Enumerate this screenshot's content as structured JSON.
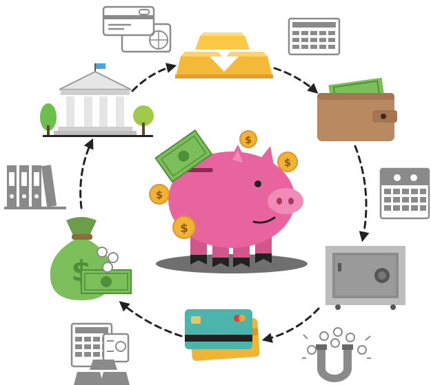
{
  "diagram": {
    "title": "",
    "currency_symbol": "$",
    "colors": {
      "pig": "#e8649e",
      "pig_dark": "#d1568a",
      "coin": "#f2b233",
      "coin_dark": "#d9962a",
      "money": "#7cbf5a",
      "money_dark": "#4f8f3a",
      "gold": "#f5b93a",
      "wallet": "#b98a61",
      "safe": "#8c8c8c",
      "gray_icon": "#8a8a8a",
      "arrow": "#222222"
    },
    "cycle": [
      {
        "name": "gold-bars",
        "icon": "gold-bars-icon"
      },
      {
        "name": "wallet",
        "icon": "wallet-icon"
      },
      {
        "name": "safe",
        "icon": "safe-icon"
      },
      {
        "name": "credit-cards",
        "icon": "credit-card-icon"
      },
      {
        "name": "money-bag",
        "icon": "money-bag-icon"
      },
      {
        "name": "bank",
        "icon": "bank-icon"
      }
    ],
    "center": {
      "name": "piggy-bank",
      "icon": "piggy-bank-icon"
    },
    "accessory_icons": [
      "bank-card-icon",
      "calculator-icon",
      "calendar-icon",
      "coin-magnet-icon",
      "calculator-receipt-icon",
      "binders-icon"
    ]
  }
}
